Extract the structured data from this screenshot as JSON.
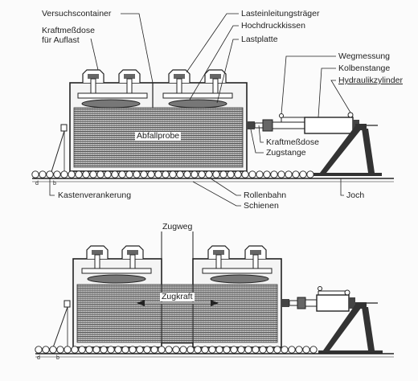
{
  "labels": {
    "versuchscontainer": "Versuchscontainer",
    "kraftmessdose_auflast_1": "Kraftmeßdose",
    "kraftmessdose_auflast_2": "für Auflast",
    "lasteinleitungstraeger": "Lasteinleitungsträger",
    "hochdruckkissen": "Hochdruckkissen",
    "lastplatte": "Lastplatte",
    "wegmessung": "Wegmessung",
    "kolbenstange": "Kolbenstange",
    "hydraulikzylinder": "Hydraulikzylinder",
    "abfallprobe": "Abfallprobe",
    "kraftmessdose": "Kraftmeßdose",
    "zugstange": "Zugstange",
    "kastenverankerung": "Kastenverankerung",
    "rollenbahn": "Rollenbahn",
    "schienen": "Schienen",
    "joch": "Joch",
    "zugweg": "Zugweg",
    "zugkraft": "Zugkraft"
  },
  "colors": {
    "ink": "#222222",
    "fill_dark": "#555555",
    "background": "#fbfbfb"
  }
}
